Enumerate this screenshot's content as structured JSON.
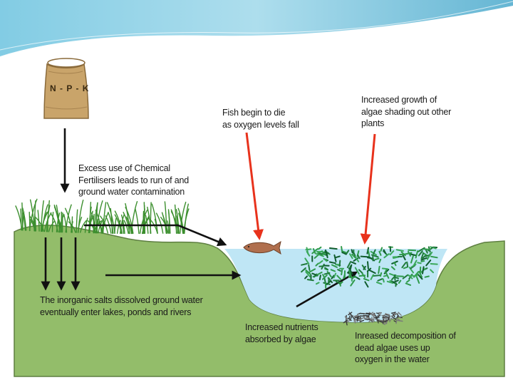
{
  "fertiliser_bag": {
    "label": "N - P - K"
  },
  "labels": {
    "excess_fertiliser": "Excess use of Chemical\nFertilisers leads to run of and\nground water contamination",
    "fish_die": "Fish begin to die\nas oxygen levels fall",
    "algae_growth": "Increased growth of\nalgae shading out other\nplants",
    "salts_enter": "The inorganic salts dissolved ground water\neventually enter lakes, ponds and rivers",
    "nutrients_absorbed": "Increased nutrients\nabsorbed by algae",
    "decomposition": "Inreased decomposition of\ndead algae uses up\noxygen in the water"
  },
  "colors": {
    "ground": "#93bd6a",
    "ground_edge": "#5e7f41",
    "water": "#bfe6f5",
    "grass": "#3c8f2e",
    "bag": "#c9a46a",
    "fish": "#b06f4e",
    "red_arrow": "#e8321c",
    "black_arrow": "#111111",
    "banner": "#5cb8d6"
  },
  "icons": [
    "fertiliser-bag-icon",
    "grass-icon",
    "fish-icon",
    "algae-icon",
    "sediment-icon"
  ]
}
